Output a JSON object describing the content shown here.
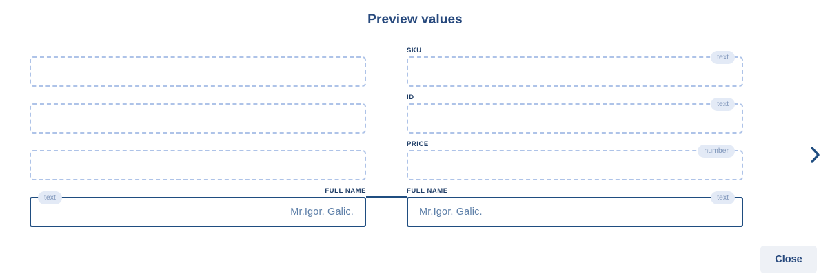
{
  "header": {
    "title": "Preview values"
  },
  "left_column": {
    "fields": [
      {
        "label": "",
        "badge": "",
        "value": "",
        "style": "dashed",
        "align": "right"
      },
      {
        "label": "",
        "badge": "",
        "value": "",
        "style": "dashed",
        "align": "right"
      },
      {
        "label": "",
        "badge": "",
        "value": "",
        "style": "dashed",
        "align": "right"
      },
      {
        "label": "FULL NAME",
        "badge": "text",
        "value": "Mr.Igor. Galic.",
        "style": "solid",
        "align": "right"
      }
    ]
  },
  "right_column": {
    "fields": [
      {
        "label": "SKU",
        "badge": "text",
        "value": "",
        "style": "dashed",
        "align": "left"
      },
      {
        "label": "ID",
        "badge": "text",
        "value": "",
        "style": "dashed",
        "align": "left"
      },
      {
        "label": "PRICE",
        "badge": "number",
        "value": "",
        "style": "dashed",
        "align": "left"
      },
      {
        "label": "FULL NAME",
        "badge": "text",
        "value": "Mr.Igor. Galic.",
        "style": "solid",
        "align": "left"
      }
    ]
  },
  "navigation": {
    "next_icon": "chevron-right-icon"
  },
  "footer": {
    "close_label": "Close"
  },
  "colors": {
    "navy": "#1f4d80",
    "title": "#27497d",
    "dashed_border": "#aec3e8",
    "badge_background": "#e3eaf6",
    "badge_text": "#8097bb",
    "value_text": "#5d7fa8",
    "button_background": "#eef1f6"
  }
}
